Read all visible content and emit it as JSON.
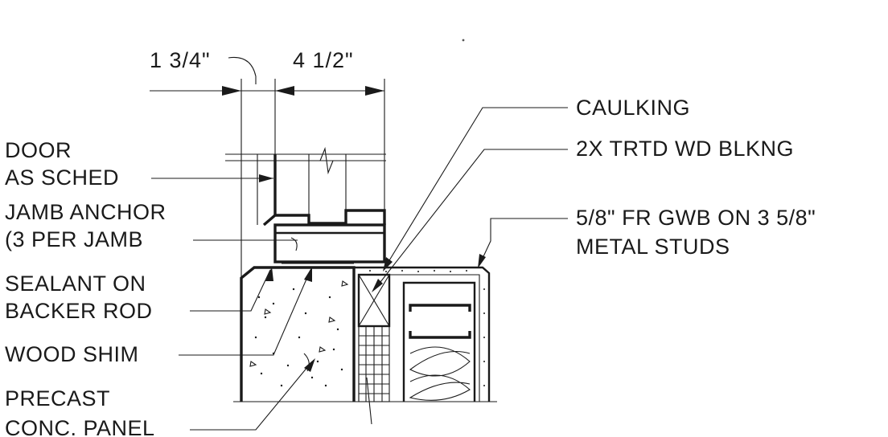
{
  "drawing": {
    "dimensions": {
      "left": "1 3/4\"",
      "right": "4 1/2\""
    },
    "labels_left": [
      {
        "line1": "DOOR",
        "line2": "AS SCHED"
      },
      {
        "line1": "JAMB ANCHOR",
        "line2": "(3 PER JAMB"
      },
      {
        "line1": "SEALANT ON",
        "line2": "BACKER ROD"
      },
      {
        "line1": "WOOD SHIM",
        "line2": ""
      },
      {
        "line1": "PRECAST",
        "line2": "CONC. PANEL"
      }
    ],
    "labels_right": [
      {
        "line1": "CAULKING",
        "line2": ""
      },
      {
        "line1": "2X TRTD WD BLKNG",
        "line2": ""
      },
      {
        "line1": "5/8\" FR GWB ON 3 5/8\"",
        "line2": "METAL STUDS"
      }
    ]
  }
}
